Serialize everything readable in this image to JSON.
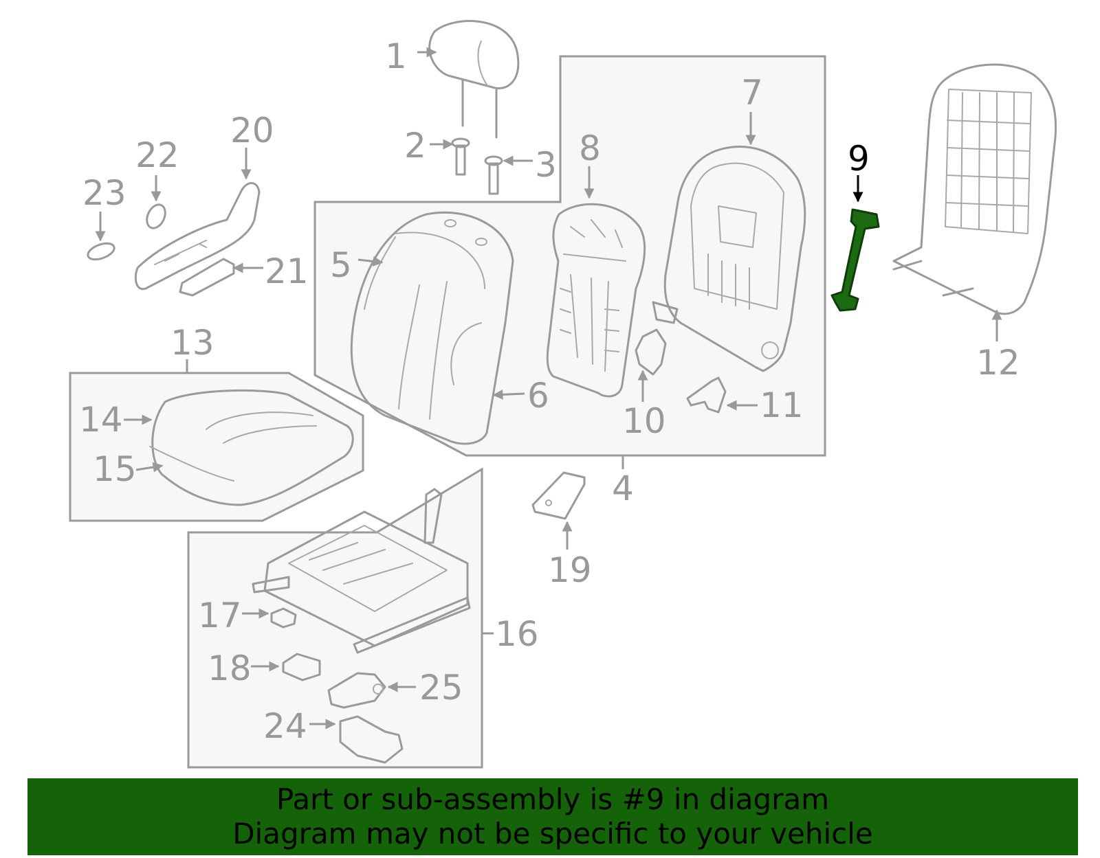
{
  "callouts": {
    "c1": "1",
    "c2": "2",
    "c3": "3",
    "c4": "4",
    "c5": "5",
    "c6": "6",
    "c7": "7",
    "c8": "8",
    "c9": "9",
    "c10": "10",
    "c11": "11",
    "c12": "12",
    "c13": "13",
    "c14": "14",
    "c15": "15",
    "c16": "16",
    "c17": "17",
    "c18": "18",
    "c19": "19",
    "c20": "20",
    "c21": "21",
    "c22": "22",
    "c23": "23",
    "c24": "24",
    "c25": "25"
  },
  "highlight": {
    "part_number": "9",
    "color": "#1c6b12"
  },
  "banner": {
    "line1": "Part or sub-assembly is #9 in diagram",
    "line2": "Diagram may not be specific to your vehicle",
    "background": "#146309"
  }
}
